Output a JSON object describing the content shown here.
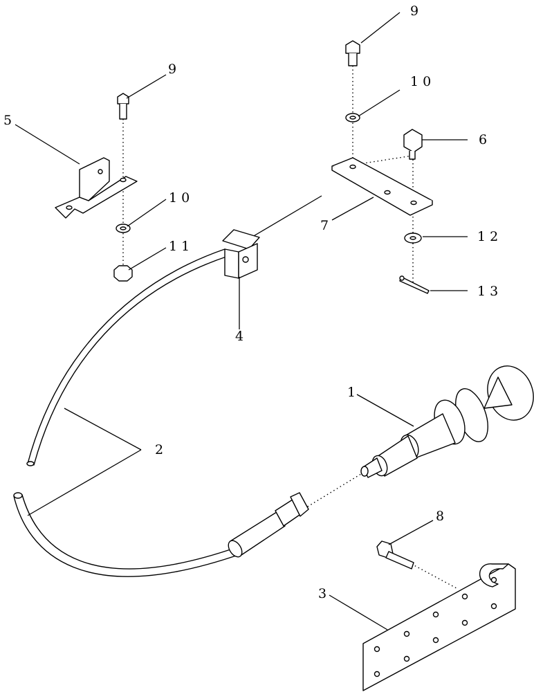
{
  "callouts": {
    "c1": "1",
    "c2": "2",
    "c3": "3",
    "c4": "4",
    "c5": "5",
    "c6": "6",
    "c7": "7",
    "c8": "8",
    "c9a": "9",
    "c9b": "9",
    "c10a": "1 0",
    "c10b": "1 0",
    "c11": "1 1",
    "c12": "1 2",
    "c13": "1 3"
  }
}
